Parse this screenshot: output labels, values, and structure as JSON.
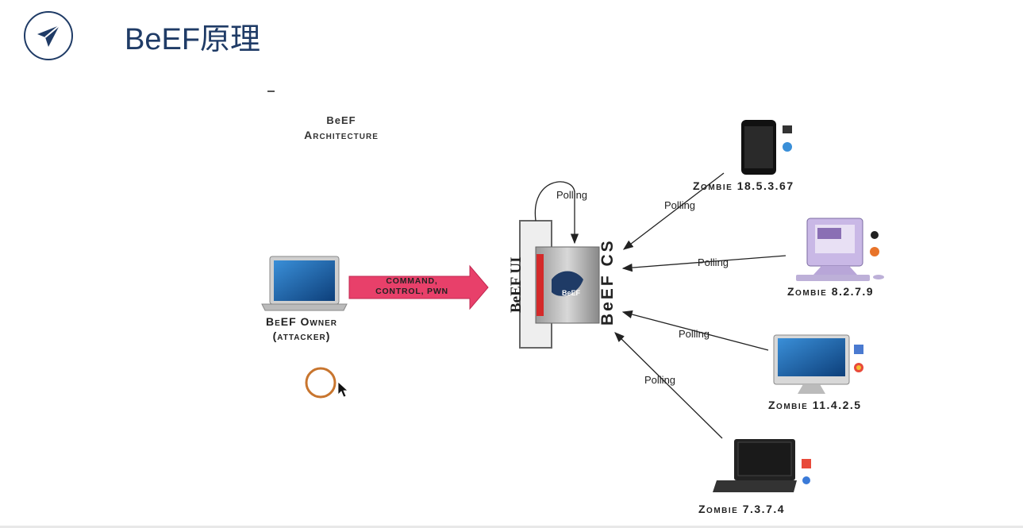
{
  "header": {
    "title": "BeEF原理",
    "logo_icon": "paper-plane-icon"
  },
  "diagram": {
    "title_line1": "BeEF",
    "title_line2": "Architecture",
    "owner_line1": "BeEF Owner",
    "owner_line2": "(attacker)",
    "command_line1": "COMMAND,",
    "command_line2": "CONTROL, PWN",
    "ui_label": "BeEF UI",
    "cs_label": "BeEF CS",
    "polling_label": "Polling",
    "zombies": [
      {
        "label": "Zombie 18.5.3.67",
        "device": "phone"
      },
      {
        "label": "Zombie 8.2.7.9",
        "device": "desktop-crt"
      },
      {
        "label": "Zombie 11.4.2.5",
        "device": "imac"
      },
      {
        "label": "Zombie 7.3.7.4",
        "device": "laptop"
      }
    ],
    "colors": {
      "arrow": "#e8406a",
      "accent": "#1f3b66",
      "server_red": "#d42a2a",
      "cursor_ring": "#c8752e"
    }
  }
}
